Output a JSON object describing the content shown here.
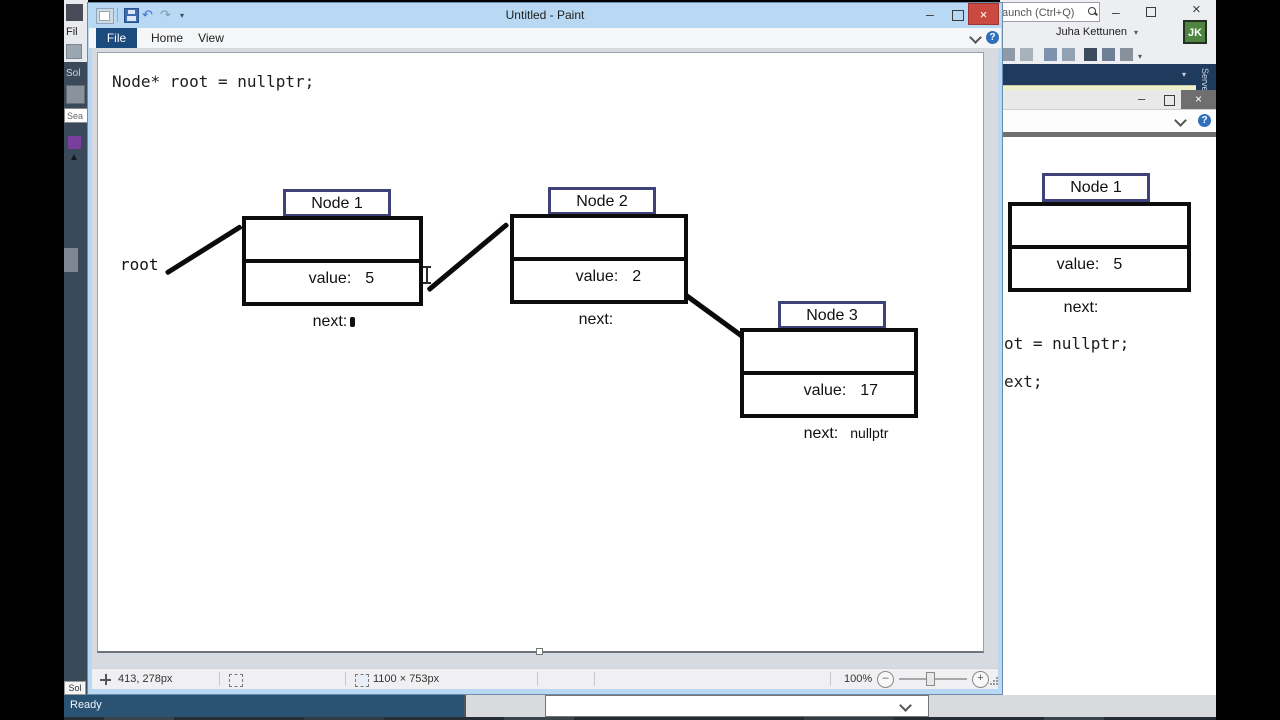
{
  "paint": {
    "window_title": "Untitled - Paint",
    "tabs": {
      "file": "File",
      "home": "Home",
      "view": "View"
    },
    "status": {
      "coords": "413, 278px",
      "size": "1100 × 753px",
      "zoom_level": "100%"
    },
    "canvas": {
      "code_line": "Node* root = nullptr;",
      "root_label": "root",
      "nodes": [
        {
          "title": "Node 1",
          "value_label": "value:",
          "value": "5",
          "next_label": "next:",
          "next_value": ""
        },
        {
          "title": "Node 2",
          "value_label": "value:",
          "value": "2",
          "next_label": "next:",
          "next_value": ""
        },
        {
          "title": "Node 3",
          "value_label": "value:",
          "value": "17",
          "next_label": "next:",
          "next_value": "nullptr"
        }
      ]
    }
  },
  "background_paint": {
    "node": {
      "title": "Node 1",
      "value_label": "value:",
      "value": "5",
      "next_label": "next:",
      "next_value": ""
    },
    "code_fragment_1": "ot = nullptr;",
    "code_fragment_2": "ext;"
  },
  "visual_studio": {
    "quick_launch_fragment": "aunch (Ctrl+Q)",
    "user_name": "Juha Kettunen",
    "avatar_initials": "JK",
    "status_ready": "Ready",
    "server_explorer_tab": "Serve",
    "left_fragments": {
      "file_menu": "Fil",
      "solution": "Sol",
      "search": "Sea",
      "bottom_tab": "Sol"
    }
  },
  "icons": {
    "minimize": "–",
    "close": "×",
    "help": "?",
    "dropdown": "▾",
    "undo": "↶",
    "redo": "↷",
    "triangle": "▲"
  }
}
